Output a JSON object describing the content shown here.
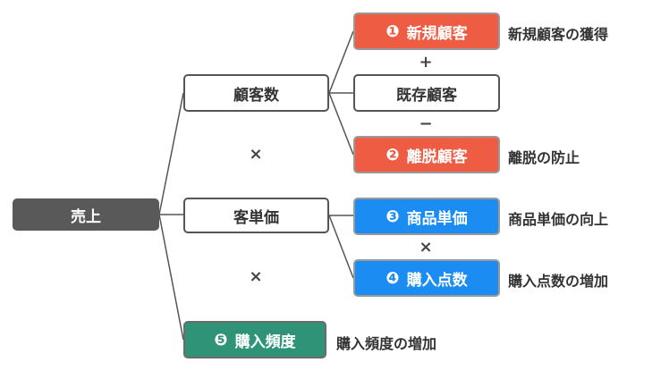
{
  "root": {
    "label": "売上"
  },
  "level1": {
    "customers": "顧客数",
    "unit_price": "客単価",
    "frequency": {
      "num": "❺",
      "label": "購入頻度"
    }
  },
  "level2": {
    "new_customers": {
      "num": "❶",
      "label": "新規顧客"
    },
    "existing_customers": "既存顧客",
    "churn": {
      "num": "❷",
      "label": "離脱顧客"
    },
    "product_price": {
      "num": "❸",
      "label": "商品単価"
    },
    "purchase_count": {
      "num": "❹",
      "label": "購入点数"
    }
  },
  "operators": {
    "plus": "+",
    "minus": "−",
    "times": "×"
  },
  "notes": {
    "new_customers": "新規顧客の獲得",
    "churn": "離脱の防止",
    "product_price": "商品単価の向上",
    "purchase_count": "購入点数の増加",
    "frequency": "購入頻度の増加"
  },
  "colors": {
    "root": "#595959",
    "red": "#ee5c43",
    "blue": "#1a8cf2",
    "green": "#2f9477"
  }
}
